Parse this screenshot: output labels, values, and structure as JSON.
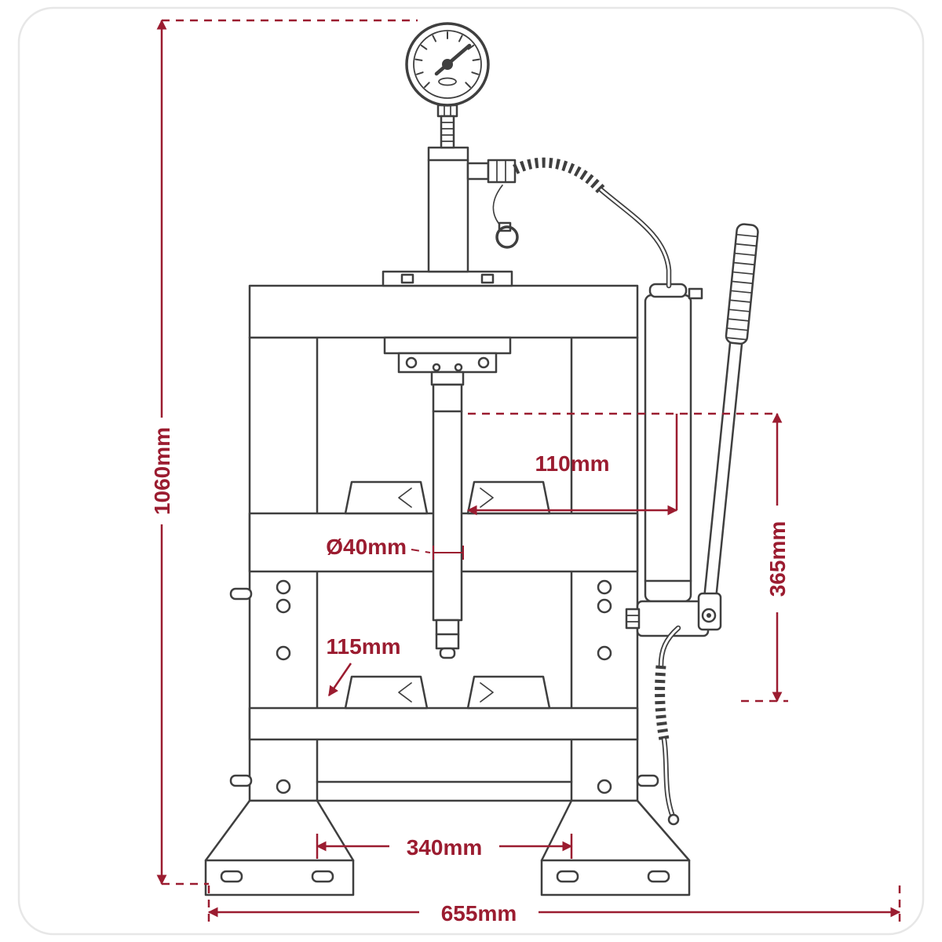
{
  "colors": {
    "accent": "#9b1c30",
    "line": "#3f3f3f",
    "card_border": "#e7e7e7",
    "background": "#ffffff"
  },
  "diagram": {
    "dimensions": {
      "overall_height": "1060mm",
      "ram_stroke": "110mm",
      "ram_diameter": "Ø40mm",
      "slide_gap": "115mm",
      "pump_assembly_height": "365mm",
      "working_width": "340mm",
      "overall_width": "655mm"
    }
  }
}
